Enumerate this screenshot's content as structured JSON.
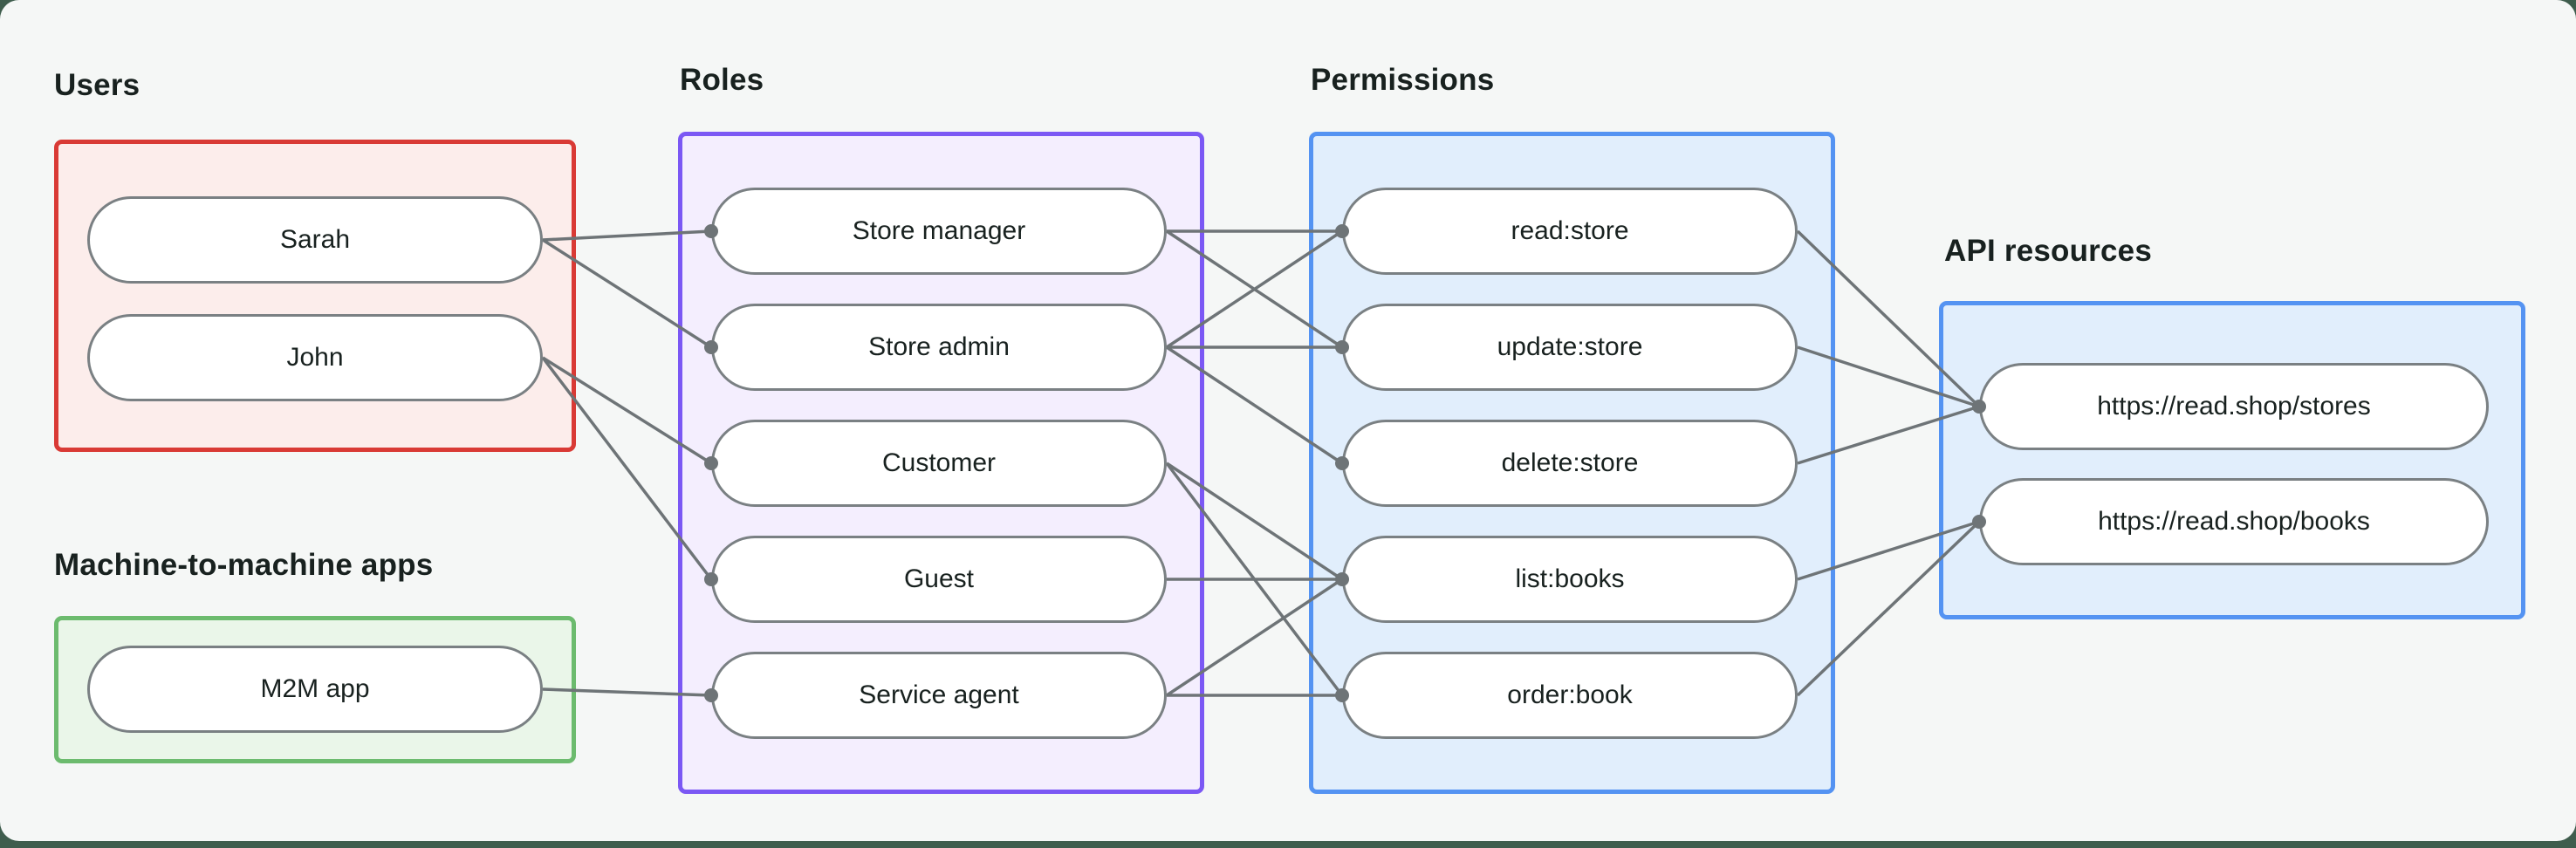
{
  "diagram": {
    "canvas_background": "#f5f7f6",
    "outer_background": "#3f5d4d",
    "line_color": "#6e7477",
    "node_border_color": "#7a8083",
    "node_fill": "#ffffff",
    "text_color": "#18211f",
    "groups": [
      {
        "id": "users",
        "title": "Users",
        "border_color": "#d93a35",
        "fill_color": "#fcedeb",
        "nodes": [
          {
            "id": "sarah",
            "label": "Sarah"
          },
          {
            "id": "john",
            "label": "John"
          }
        ]
      },
      {
        "id": "m2m",
        "title": "Machine-to-machine apps",
        "border_color": "#6cbb6e",
        "fill_color": "#eaf6e9",
        "nodes": [
          {
            "id": "m2m-app",
            "label": "M2M app"
          }
        ]
      },
      {
        "id": "roles",
        "title": "Roles",
        "border_color": "#7b58f4",
        "fill_color": "#f4eefe",
        "nodes": [
          {
            "id": "store-manager",
            "label": "Store manager"
          },
          {
            "id": "store-admin",
            "label": "Store admin"
          },
          {
            "id": "customer",
            "label": "Customer"
          },
          {
            "id": "guest",
            "label": "Guest"
          },
          {
            "id": "service-agent",
            "label": "Service agent"
          }
        ]
      },
      {
        "id": "permissions",
        "title": "Permissions",
        "border_color": "#5493f2",
        "fill_color": "#e1eefc",
        "nodes": [
          {
            "id": "read-store",
            "label": "read:store"
          },
          {
            "id": "update-store",
            "label": "update:store"
          },
          {
            "id": "delete-store",
            "label": "delete:store"
          },
          {
            "id": "list-books",
            "label": "list:books"
          },
          {
            "id": "order-book",
            "label": "order:book"
          }
        ]
      },
      {
        "id": "api",
        "title": "API resources",
        "border_color": "#5493f2",
        "fill_color": "#e1eefc",
        "nodes": [
          {
            "id": "stores-resource",
            "label": "https://read.shop/stores"
          },
          {
            "id": "books-resource",
            "label": "https://read.shop/books"
          }
        ]
      }
    ],
    "edges": [
      [
        "sarah",
        "store-manager"
      ],
      [
        "sarah",
        "store-admin"
      ],
      [
        "john",
        "customer"
      ],
      [
        "john",
        "guest"
      ],
      [
        "m2m-app",
        "service-agent"
      ],
      [
        "store-manager",
        "read-store"
      ],
      [
        "store-manager",
        "update-store"
      ],
      [
        "store-admin",
        "read-store"
      ],
      [
        "store-admin",
        "update-store"
      ],
      [
        "store-admin",
        "delete-store"
      ],
      [
        "customer",
        "list-books"
      ],
      [
        "customer",
        "order-book"
      ],
      [
        "guest",
        "list-books"
      ],
      [
        "service-agent",
        "list-books"
      ],
      [
        "service-agent",
        "order-book"
      ],
      [
        "read-store",
        "stores-resource"
      ],
      [
        "update-store",
        "stores-resource"
      ],
      [
        "delete-store",
        "stores-resource"
      ],
      [
        "list-books",
        "books-resource"
      ],
      [
        "order-book",
        "books-resource"
      ]
    ]
  }
}
